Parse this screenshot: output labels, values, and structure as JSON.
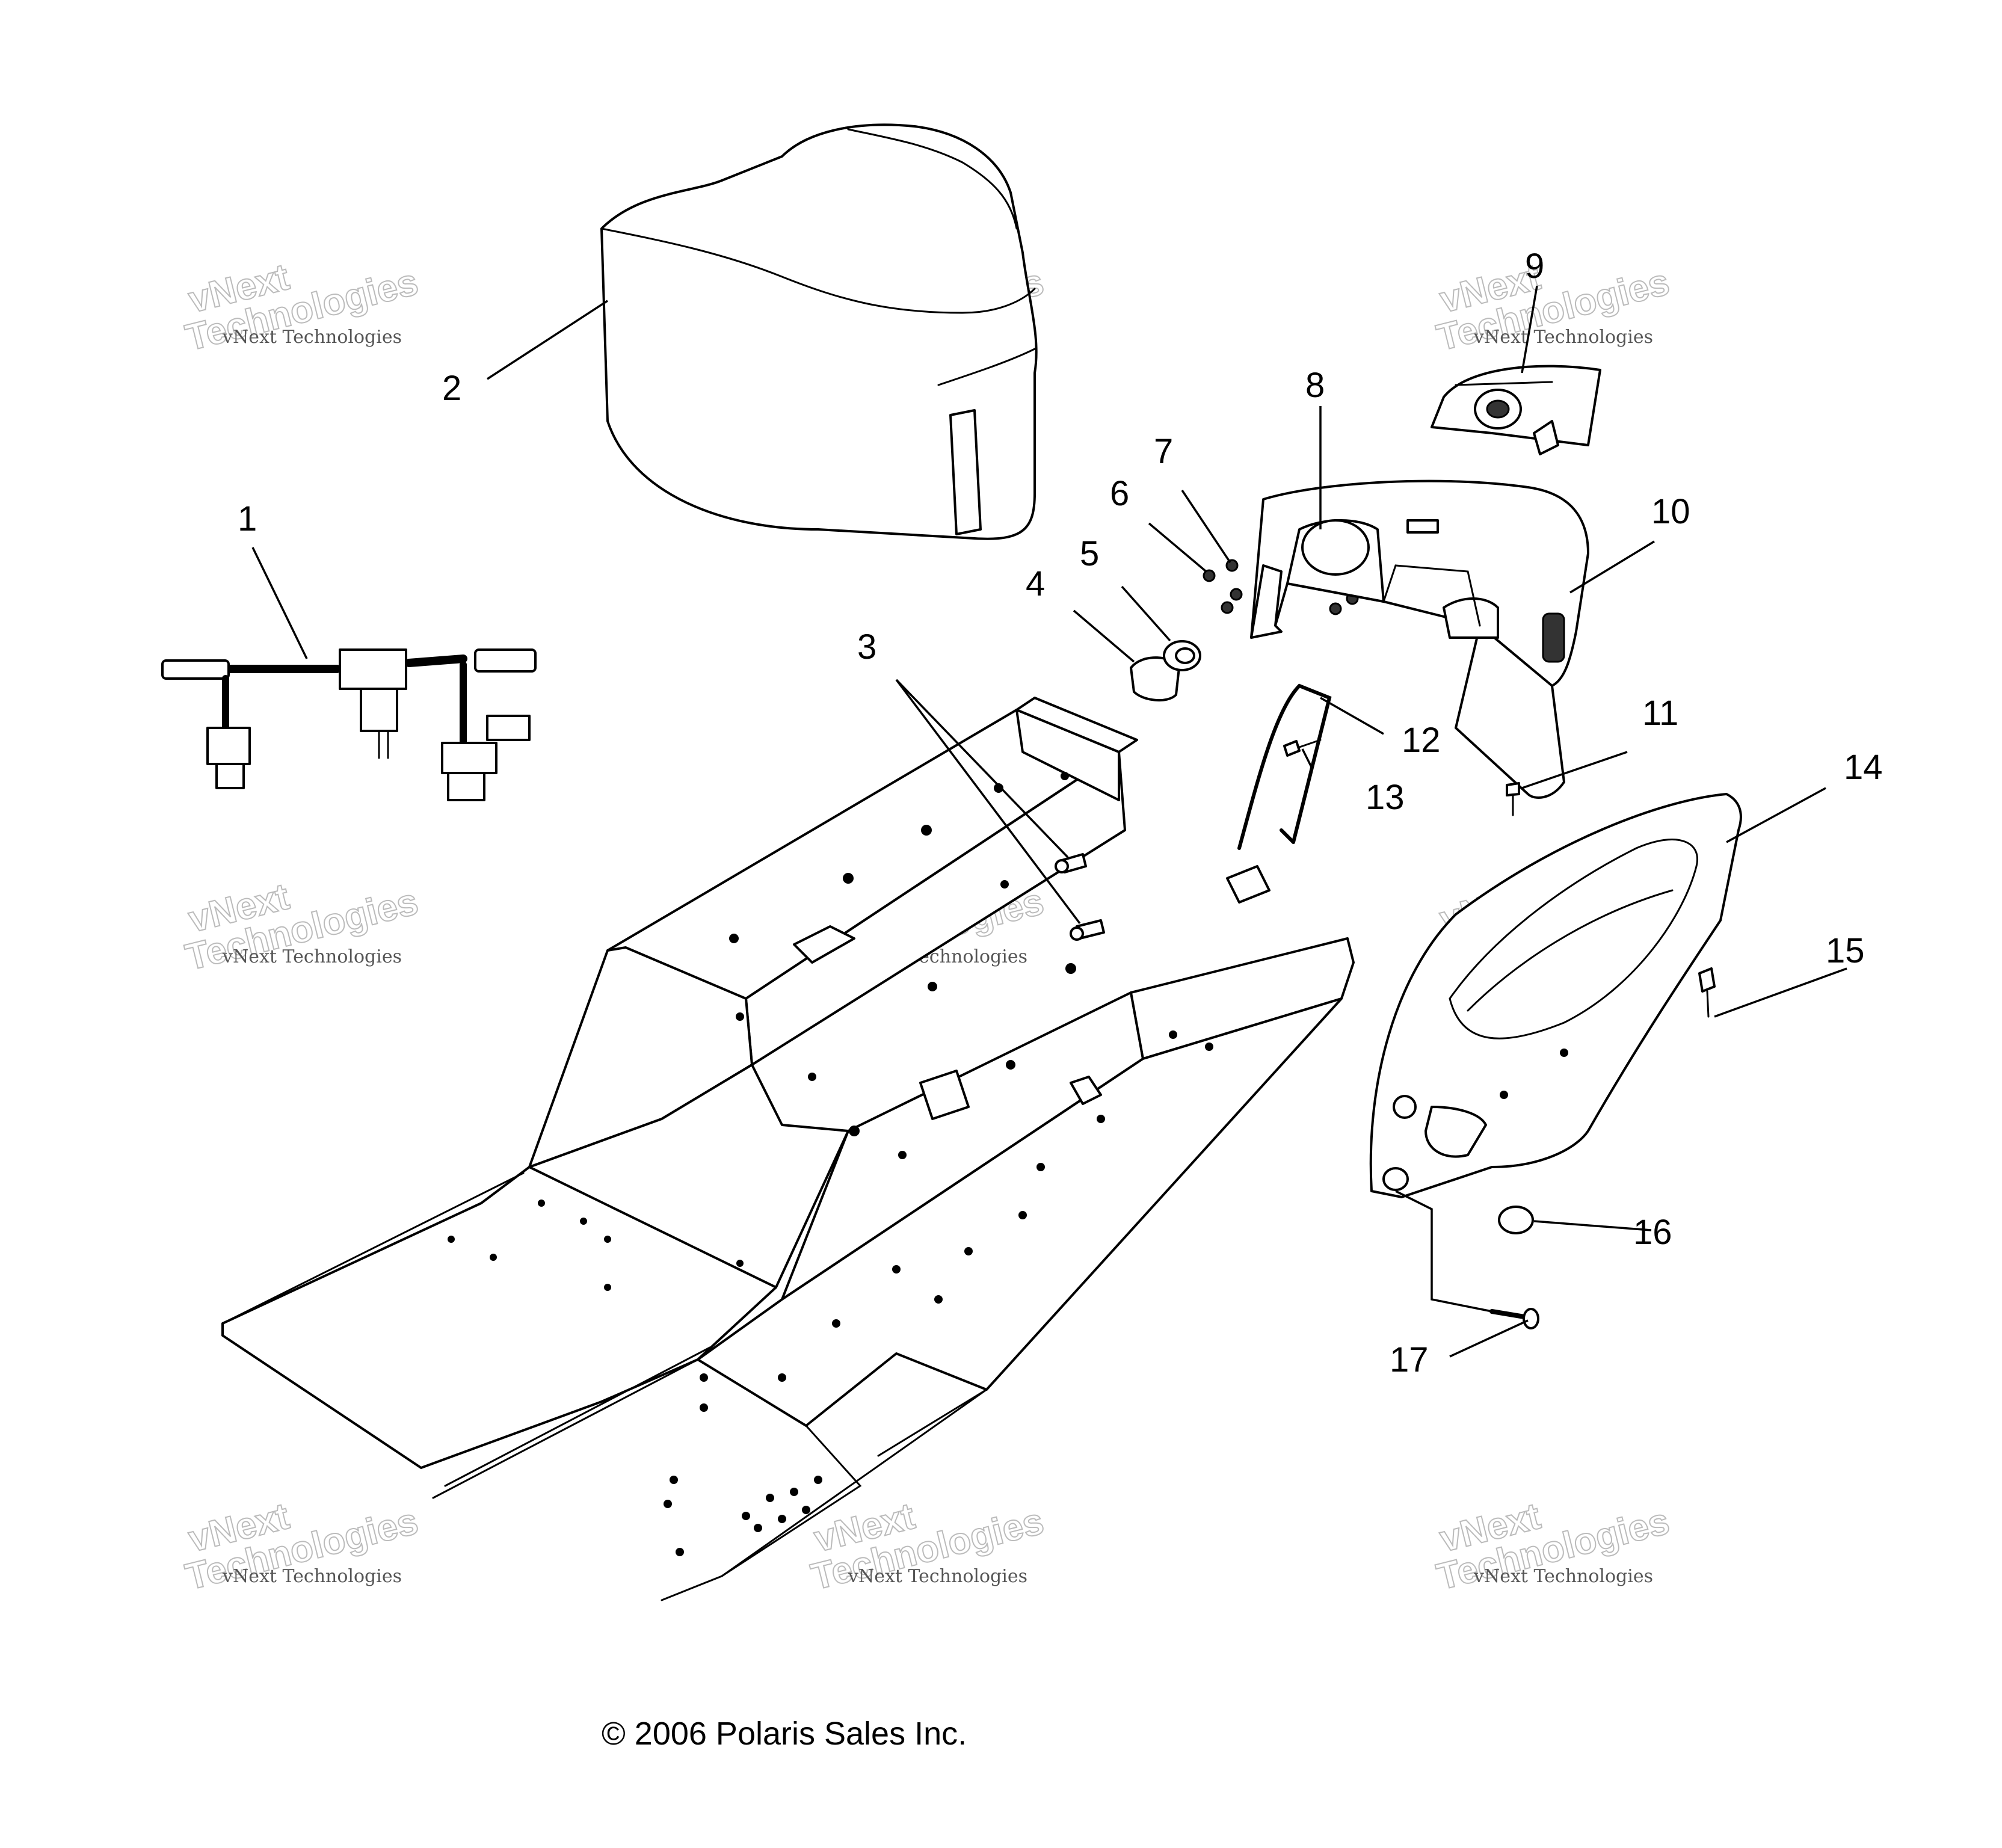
{
  "callouts": [
    {
      "id": "1",
      "label": "1"
    },
    {
      "id": "2",
      "label": "2"
    },
    {
      "id": "3",
      "label": "3"
    },
    {
      "id": "4",
      "label": "4"
    },
    {
      "id": "5",
      "label": "5"
    },
    {
      "id": "6",
      "label": "6"
    },
    {
      "id": "7",
      "label": "7"
    },
    {
      "id": "8",
      "label": "8"
    },
    {
      "id": "9",
      "label": "9"
    },
    {
      "id": "10",
      "label": "10"
    },
    {
      "id": "11",
      "label": "11"
    },
    {
      "id": "12",
      "label": "12"
    },
    {
      "id": "13",
      "label": "13"
    },
    {
      "id": "14",
      "label": "14"
    },
    {
      "id": "15",
      "label": "15"
    },
    {
      "id": "16",
      "label": "16"
    },
    {
      "id": "17",
      "label": "17"
    }
  ],
  "watermark": {
    "line1": "vNext Technologies",
    "line2": "vNext",
    "line3": "Technologies"
  },
  "copyright": "© 2006 Polaris Sales Inc."
}
